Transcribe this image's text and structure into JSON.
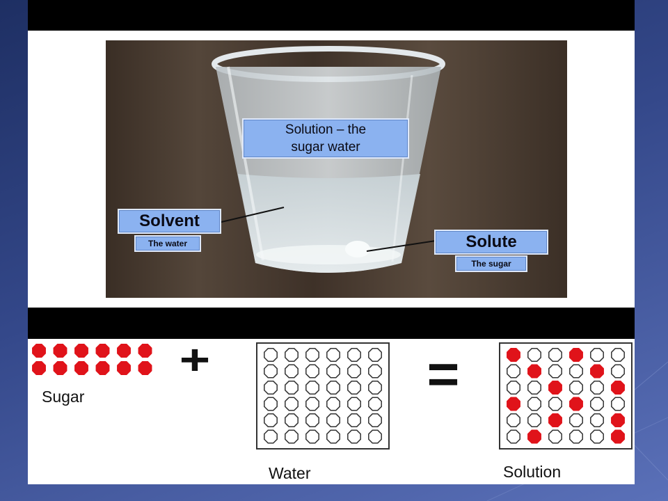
{
  "photo": {
    "solution_label_line1": "Solution – the",
    "solution_label_line2": "sugar water",
    "solvent_label": "Solvent",
    "solvent_sublabel": "The water",
    "solute_label": "Solute",
    "solute_sublabel": "The sugar"
  },
  "diagram": {
    "sugar_caption": "Sugar",
    "water_caption": "Water",
    "solution_caption": "Solution",
    "plus_sign": "+",
    "equals_sign": "=",
    "sugar_rows": 2,
    "sugar_cols": 6,
    "grid_rows": 6,
    "grid_cols": 6,
    "solution_filled_cells": [
      [
        0,
        0
      ],
      [
        0,
        3
      ],
      [
        1,
        1
      ],
      [
        1,
        4
      ],
      [
        2,
        2
      ],
      [
        2,
        5
      ],
      [
        3,
        0
      ],
      [
        3,
        3
      ],
      [
        4,
        2
      ],
      [
        4,
        5
      ],
      [
        5,
        1
      ],
      [
        5,
        5
      ]
    ]
  },
  "colors": {
    "molecule_red": "#e0131a",
    "label_blue": "#8bb2f0",
    "slide_bg": "#2c3f7c"
  }
}
